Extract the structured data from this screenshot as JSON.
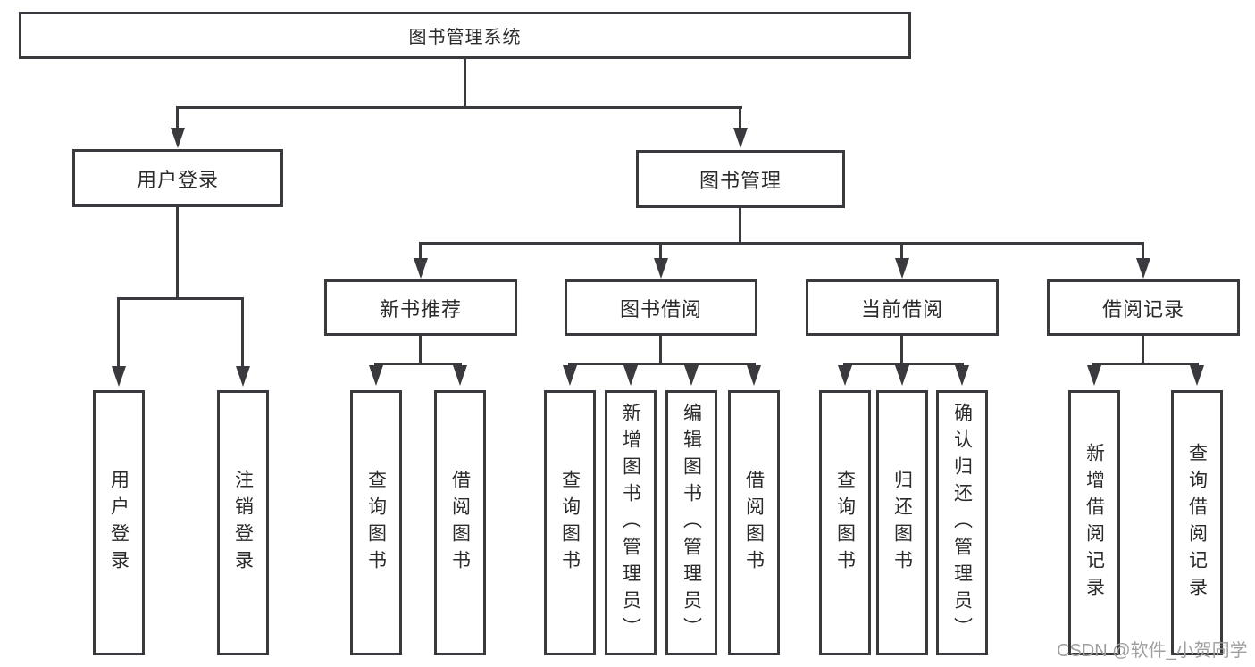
{
  "tree": {
    "root": {
      "label": "图书管理系统",
      "children": [
        {
          "label": "用户登录",
          "children": [
            {
              "label": "用户登录"
            },
            {
              "label": "注销登录"
            }
          ]
        },
        {
          "label": "图书管理",
          "children": [
            {
              "label": "新书推荐",
              "children": [
                {
                  "label": "查询图书"
                },
                {
                  "label": "借阅图书"
                }
              ]
            },
            {
              "label": "图书借阅",
              "children": [
                {
                  "label": "查询图书"
                },
                {
                  "label": "新增图书（管理员）"
                },
                {
                  "label": "编辑图书（管理员）"
                },
                {
                  "label": "借阅图书"
                }
              ]
            },
            {
              "label": "当前借阅",
              "children": [
                {
                  "label": "查询图书"
                },
                {
                  "label": "归还图书"
                },
                {
                  "label": "确认归还（管理员）"
                }
              ]
            },
            {
              "label": "借阅记录",
              "children": [
                {
                  "label": "新增借阅记录"
                },
                {
                  "label": "查询借阅记录"
                }
              ]
            }
          ]
        }
      ]
    }
  },
  "watermark": {
    "text": "CSDN @软件_小贺同学"
  },
  "colors": {
    "line": "#3a3a3e",
    "text": "#2b2b2e",
    "watermark": "#9f9f9f",
    "background": "#ffffff"
  }
}
